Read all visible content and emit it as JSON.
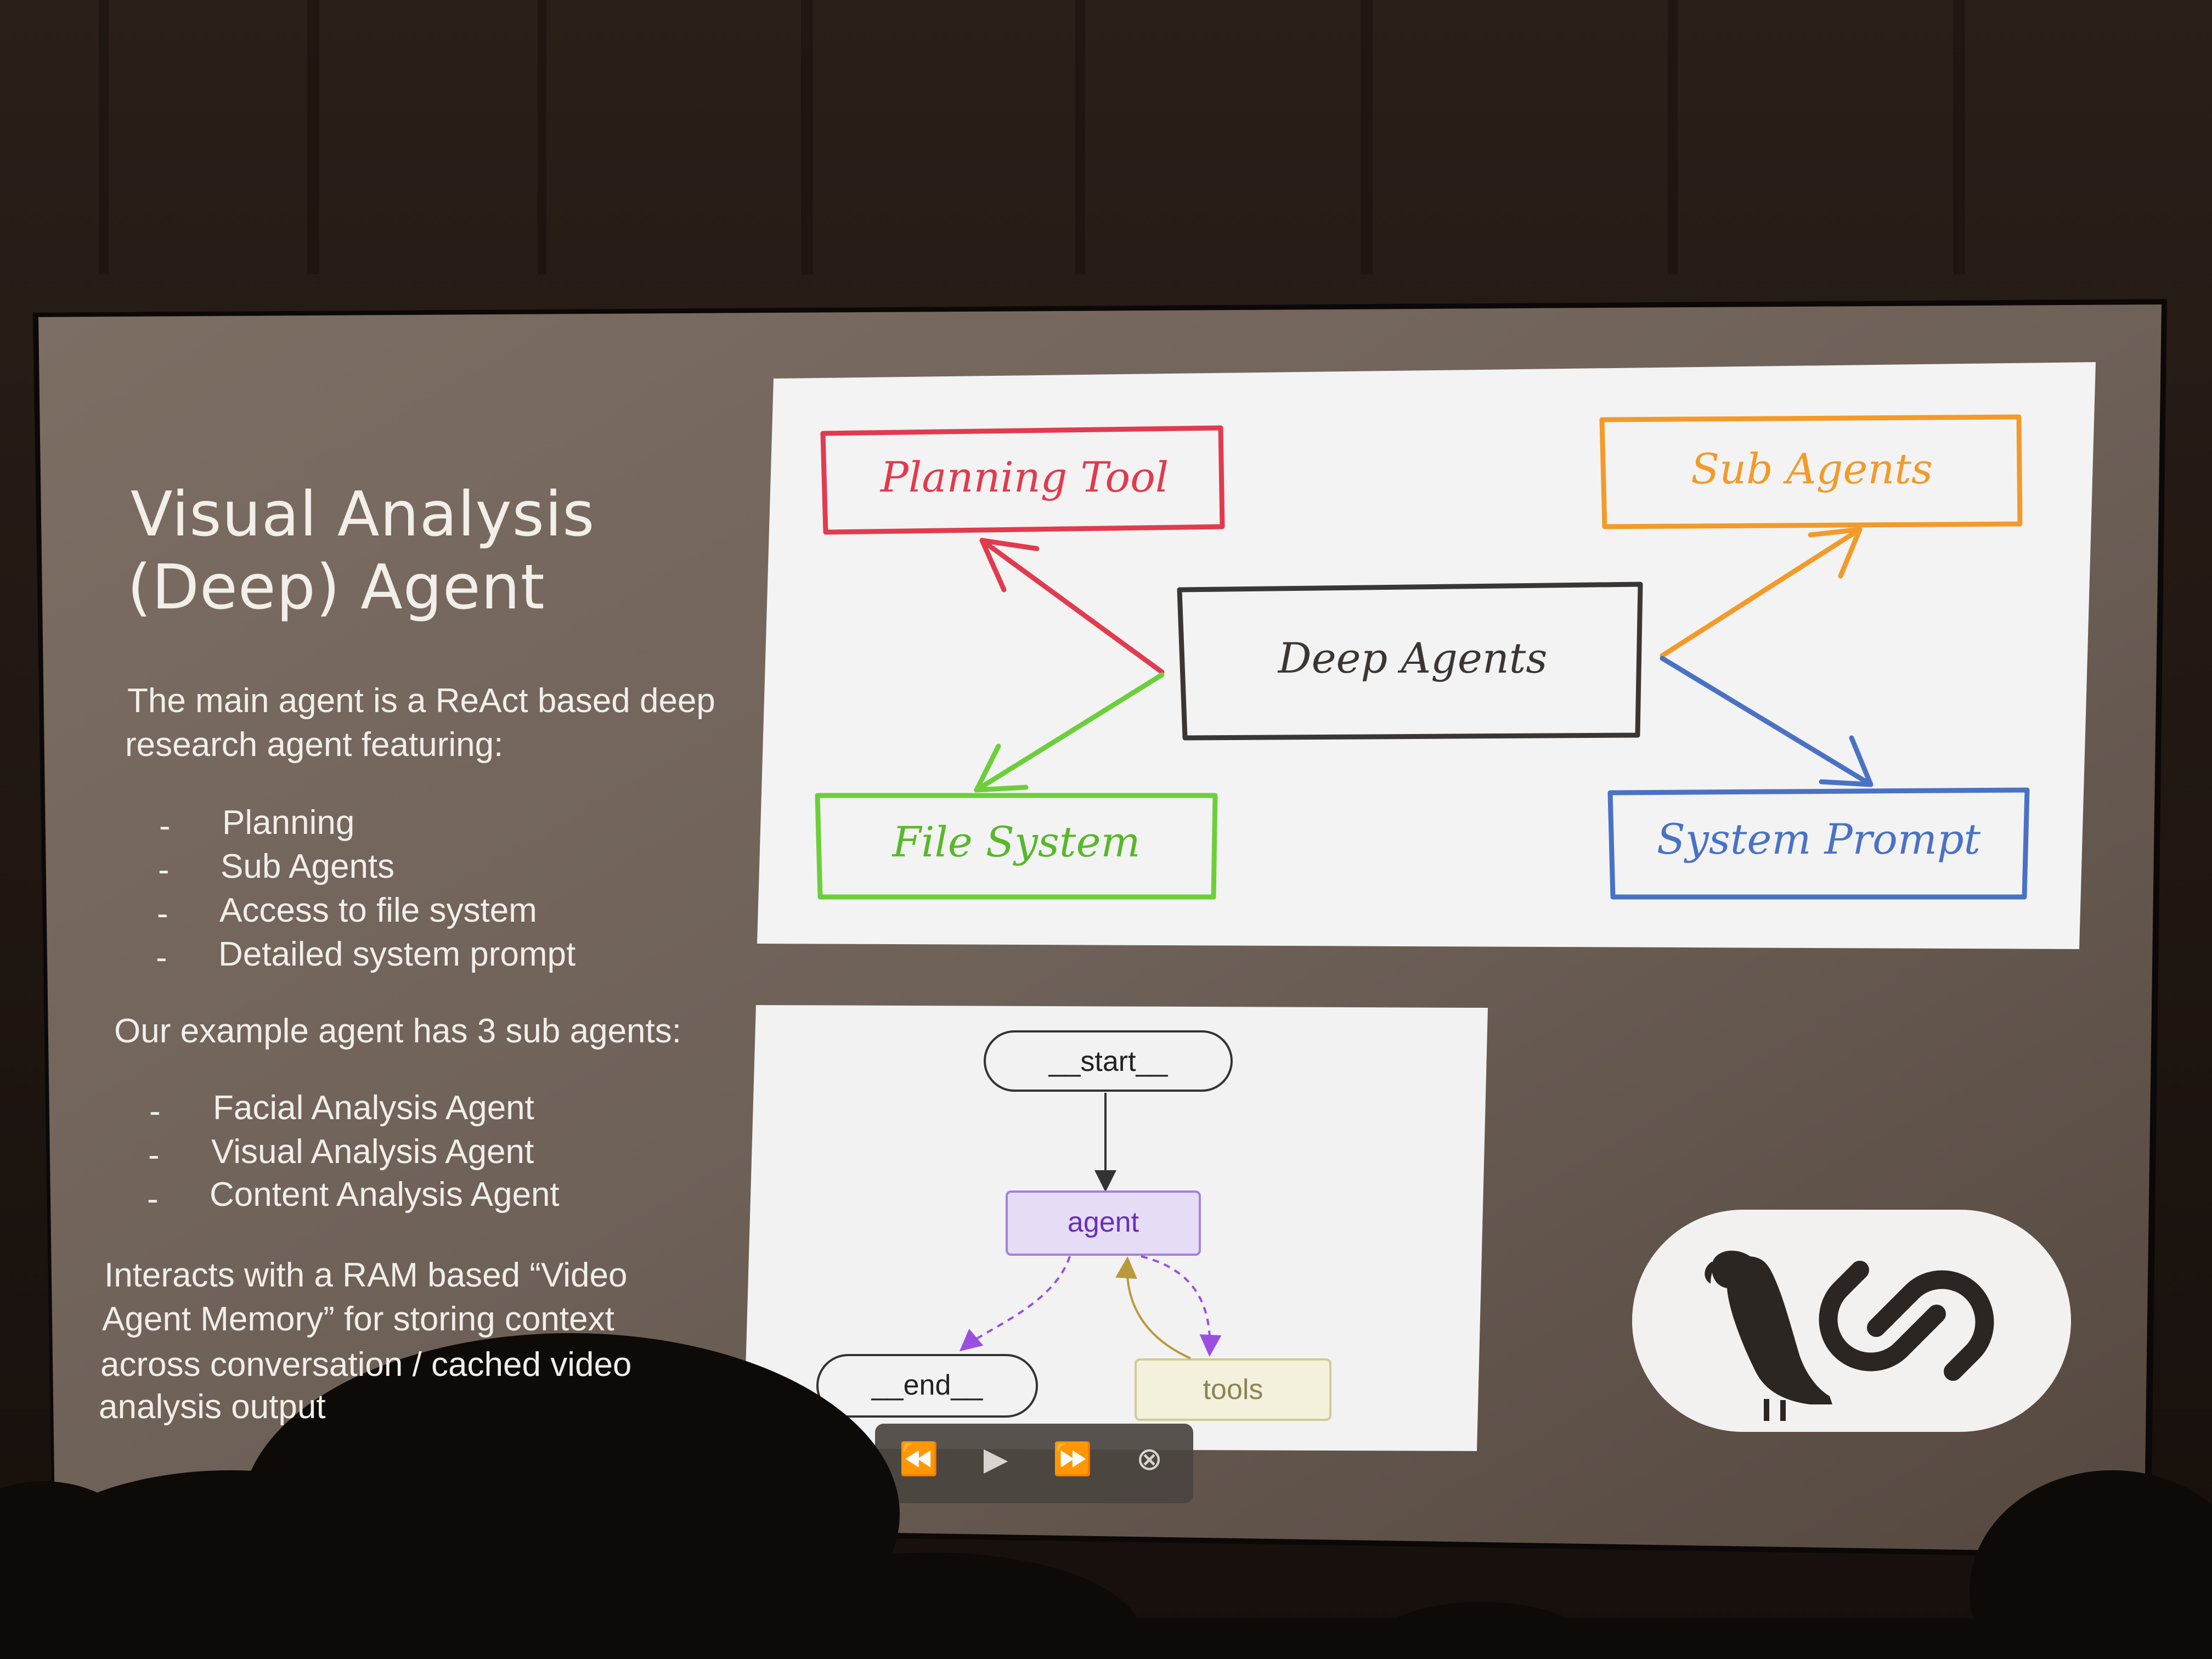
{
  "slide": {
    "title_lines": [
      "Visual Analysis",
      "(Deep) Agent"
    ],
    "intro_lines": [
      "The main agent is a ReAct based deep",
      "research agent featuring:"
    ],
    "features": [
      "Planning",
      "Sub Agents",
      "Access to file system",
      "Detailed system prompt"
    ],
    "subagents_intro": "Our example agent has 3 sub agents:",
    "subagents": [
      "Facial Analysis Agent",
      "Visual Analysis Agent",
      "Content Analysis Agent"
    ],
    "memory_lines": [
      "Interacts with a RAM based “Video",
      "Agent Memory” for storing context",
      "across conversation / cached video",
      "analysis output"
    ],
    "bullet_char": "-"
  },
  "deep_agents_diagram": {
    "center": "Deep Agents",
    "planning": "Planning Tool",
    "subagents": "Sub Agents",
    "filesystem": "File System",
    "sysprompt": "System Prompt",
    "colors": {
      "planning": "#e23a4e",
      "subagents": "#f39a2a",
      "filesystem": "#6ccf3a",
      "sysprompt": "#4a72c4",
      "center": "#3a3634"
    }
  },
  "graph_diagram": {
    "start": "__start__",
    "agent": "agent",
    "end": "__end__",
    "tools": "tools",
    "colors": {
      "agent_fill": "#e6dcf5",
      "agent_border": "#a57fe0",
      "agent_text": "#6a2fb8",
      "tools_fill": "#f3f1dc",
      "tools_border": "#cfcb98",
      "tools_text": "#8a8556"
    }
  },
  "logo": {
    "icons": [
      "parrot-icon",
      "chain-link-icon"
    ]
  },
  "player_controls": {
    "rewind": "⏪",
    "play": "▶",
    "forward": "⏩",
    "close": "⊗"
  }
}
